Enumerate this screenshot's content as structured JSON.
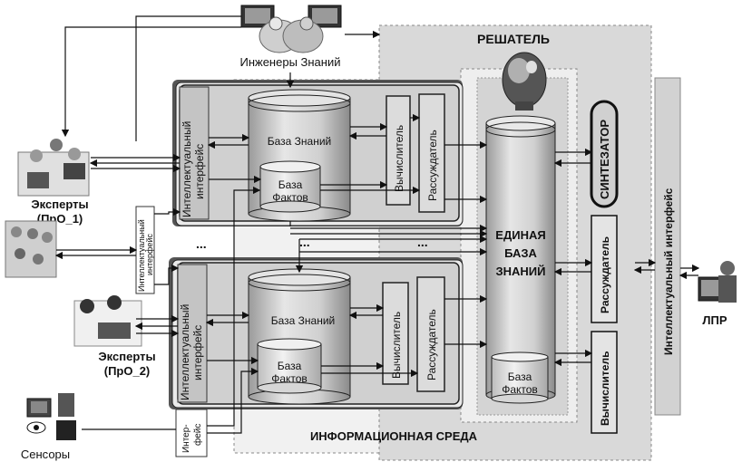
{
  "labels": {
    "knowledge_engineers": "Инженеры Знаний",
    "solver": "РЕШАТЕЛЬ",
    "info_env": "ИНФОРМАЦИОННАЯ СРЕДА",
    "experts_1": "Эксперты",
    "experts_1_sub": "(ПрО_1)",
    "experts_2": "Эксперты",
    "experts_2_sub": "(ПрО_2)",
    "sensors": "Сенсоры",
    "dm": "ЛПР",
    "synthesizer": "СИНТЕЗАТОР",
    "reasoner": "Рассуждатель",
    "calculator": "Вычислитель",
    "intellect_iface_vertical": "Интеллектуальный интерфейс",
    "intellect_iface_line1": "Интеллектуальный",
    "intellect_iface_line2": "интерфейс",
    "small_iface_line1": "Интеллектуальный",
    "small_iface_line2": "интерфейс",
    "sensor_iface_line1": "Интер-",
    "sensor_iface_line2": "фейс",
    "kb": "База Знаний",
    "facts_line1": "База",
    "facts_line2": "Фактов",
    "unified_kb_line1": "ЕДИНАЯ",
    "unified_kb_line2": "БАЗА",
    "unified_kb_line3": "ЗНАНИЙ",
    "ellipsis": "..."
  }
}
